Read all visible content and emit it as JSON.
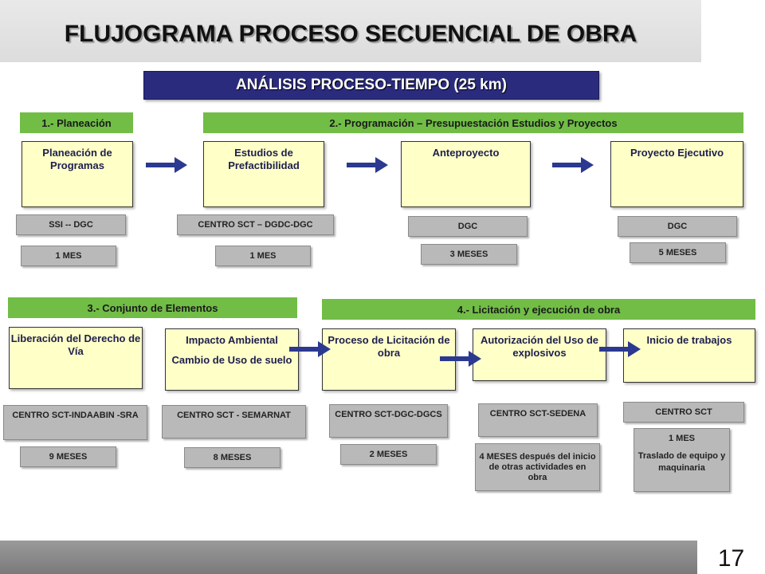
{
  "header": {
    "title": "FLUJOGRAMA PROCESO SECUENCIAL DE OBRA",
    "subtitle": "ANÁLISIS PROCESO-TIEMPO (25 km)"
  },
  "phases": [
    "1.- Planeación",
    "2.- Programación – Presupuestación Estudios y Proyectos",
    "3.- Conjunto de Elementos",
    "4.- Licitación y ejecución de obra"
  ],
  "steps": [
    {
      "label": "Planeación de Programas",
      "responsible": "SSI -- DGC",
      "duration": "1  MES"
    },
    {
      "label": "Estudios de Prefactibilidad",
      "responsible": "CENTRO  SCT – DGDC-DGC",
      "duration": "1  MES"
    },
    {
      "label": "Anteproyecto",
      "responsible": "DGC",
      "duration": "3  MESES"
    },
    {
      "label": "Proyecto Ejecutivo",
      "responsible": "DGC",
      "duration": "5  MESES"
    },
    {
      "label": "Liberación del Derecho de Vía",
      "responsible": "CENTRO  SCT-INDAABIN -SRA",
      "duration": "9  MESES"
    },
    {
      "label": "Impacto Ambiental",
      "sublabel": "Cambio de Uso de suelo",
      "responsible": "CENTRO  SCT - SEMARNAT",
      "duration": "8  MESES"
    },
    {
      "label": "Proceso de Licitación de obra",
      "responsible": "CENTRO  SCT-DGC-DGCS",
      "duration": "2 MESES"
    },
    {
      "label": "Autorización del Uso de explosivos",
      "responsible": "CENTRO  SCT-SEDENA",
      "duration": "4 MESES después del inicio de otras actividades en obra"
    },
    {
      "label": "Inicio de trabajos",
      "responsible": "CENTRO  SCT",
      "duration": "1 MES",
      "duration_note": "Traslado de equipo y maquinaria"
    }
  ],
  "page_number": "17",
  "colors": {
    "phase_bar": "#71bd46",
    "process_box": "#ffffc8",
    "info_box": "#b9b9b9",
    "subtitle_bg": "#2b2b7e",
    "arrow": "#2b3990"
  }
}
